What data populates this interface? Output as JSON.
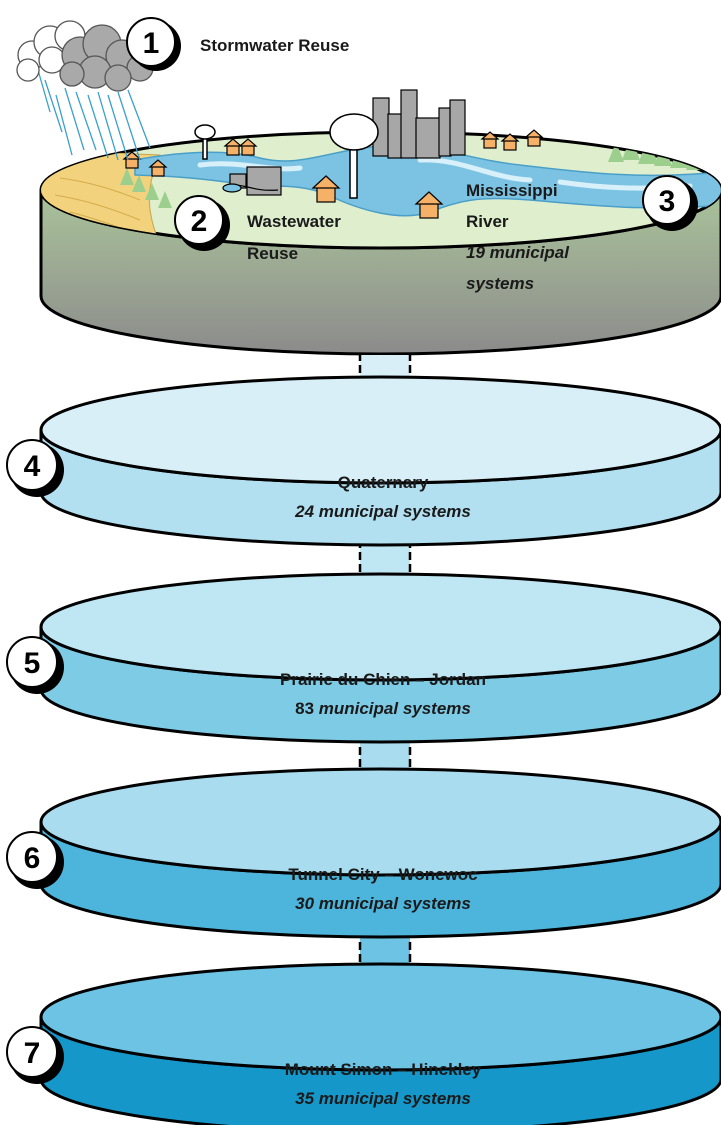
{
  "colors": {
    "surface_top": "#dfeecd",
    "surface_side_top": "#a9c39a",
    "surface_side_bottom": "#8b8b8b",
    "river": "#7cc3e3",
    "river_light": "#cfe9f4",
    "sand": "#f2d27d",
    "trees": "#9ccf8e",
    "house": "#f4b167",
    "building": "#a7a7a7",
    "cloud": "#b9b9b9",
    "aquifer_1_top": "#d8eff7",
    "aquifer_1_side": "#b2e0f0",
    "aquifer_2_top": "#bfe6f3",
    "aquifer_2_side": "#7ecbe6",
    "aquifer_3_top": "#a9dcef",
    "aquifer_3_side": "#4db5db",
    "aquifer_4_top": "#6cc3e4",
    "aquifer_4_side": "#1597c9"
  },
  "surface": {
    "stormwater": {
      "number": "1",
      "label": "Stormwater Reuse"
    },
    "wastewater": {
      "number": "2",
      "line1": "Wastewater",
      "line2": "Reuse"
    },
    "river": {
      "number": "3",
      "line1": "Mississippi",
      "line2": "River",
      "line3": "19 municipal",
      "line4": "systems"
    }
  },
  "aquifers": [
    {
      "number": "4",
      "name": "Quaternary",
      "count": "24",
      "systems": "municipal systems"
    },
    {
      "number": "5",
      "name": "Prairie du Chien – Jordan",
      "count": "83",
      "systems": "municipal systems"
    },
    {
      "number": "6",
      "name": "Tunnel City – Wonewoc",
      "count": "30",
      "systems": "municipal systems"
    },
    {
      "number": "7",
      "name": "Mount Simon – Hinckley",
      "count": "35",
      "systems": "municipal systems"
    }
  ]
}
